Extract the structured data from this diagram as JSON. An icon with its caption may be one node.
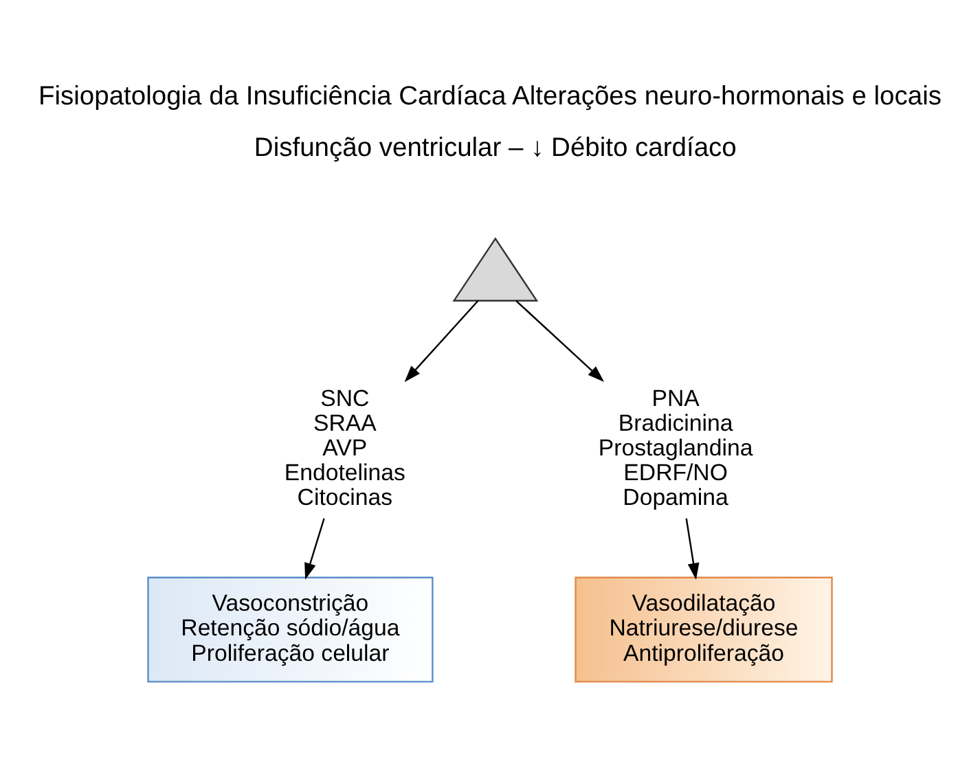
{
  "diagram": {
    "title": "Fisiopatologia da Insuficiência Cardíaca Alterações neuro-hormonais e locais",
    "nodes": [
      {
        "text": [
          "Disfunção ventricular – ↓ Débito cardíaco"
        ]
      },
      {
        "text": [],
        "shape": "triangle"
      },
      {
        "text": [
          "SNC",
          "SRAA",
          "AVP",
          "Endotelinas",
          "Citocinas"
        ]
      },
      {
        "text": [
          "PNA",
          "Bradicinina",
          "Prostaglandina",
          "EDRF/NO",
          "Dopamina"
        ]
      },
      {
        "text": [
          "Vasoconstrição",
          "Retenção sódio/água",
          "Proliferação celular"
        ]
      },
      {
        "text": [
          "Vasodilatação",
          "Natriurese/diurese",
          "Antiproliferação"
        ]
      }
    ],
    "edges": [
      {
        "from": 1,
        "to": 2,
        "arrow": "to"
      },
      {
        "from": 1,
        "to": 3,
        "arrow": "to"
      },
      {
        "from": 2,
        "to": 4,
        "arrow": "to"
      },
      {
        "from": 3,
        "to": 5,
        "arrow": "to"
      }
    ]
  }
}
